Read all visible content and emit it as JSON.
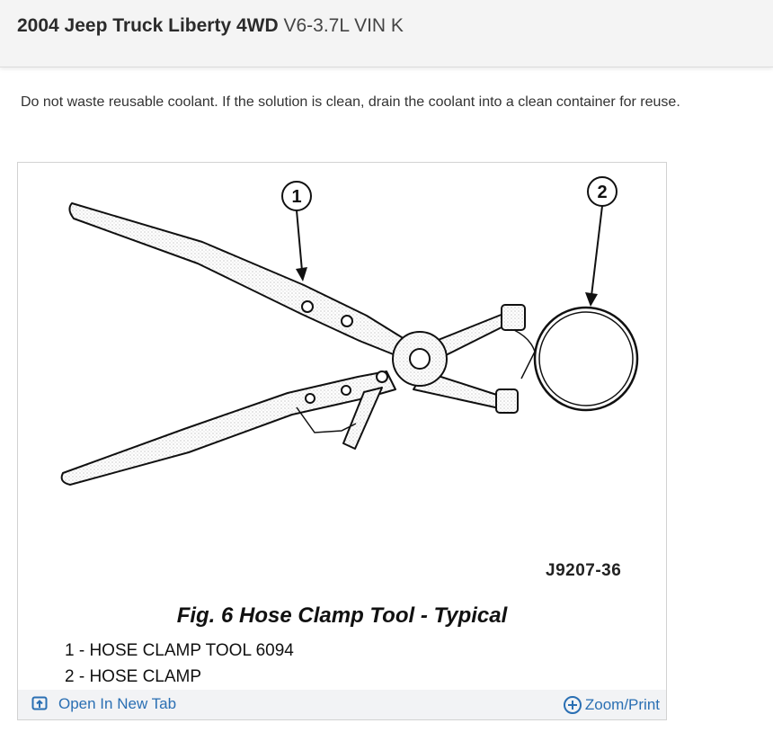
{
  "header": {
    "title_bold": "2004 Jeep Truck Liberty 4WD",
    "title_rest": "V6-3.7L VIN K"
  },
  "content": {
    "note": "Do not waste reusable coolant. If the solution is clean, drain the coolant into a clean container for reuse."
  },
  "figure": {
    "callout_1": "1",
    "callout_2": "2",
    "code": "J9207-36",
    "caption": "Fig. 6 Hose Clamp Tool - Typical",
    "legend": [
      "1 - HOSE CLAMP TOOL 6094",
      "2 - HOSE CLAMP"
    ]
  },
  "footer": {
    "open_label": "Open In New Tab",
    "zoom_label": "Zoom/Print",
    "link_color": "#2a6fb3"
  }
}
